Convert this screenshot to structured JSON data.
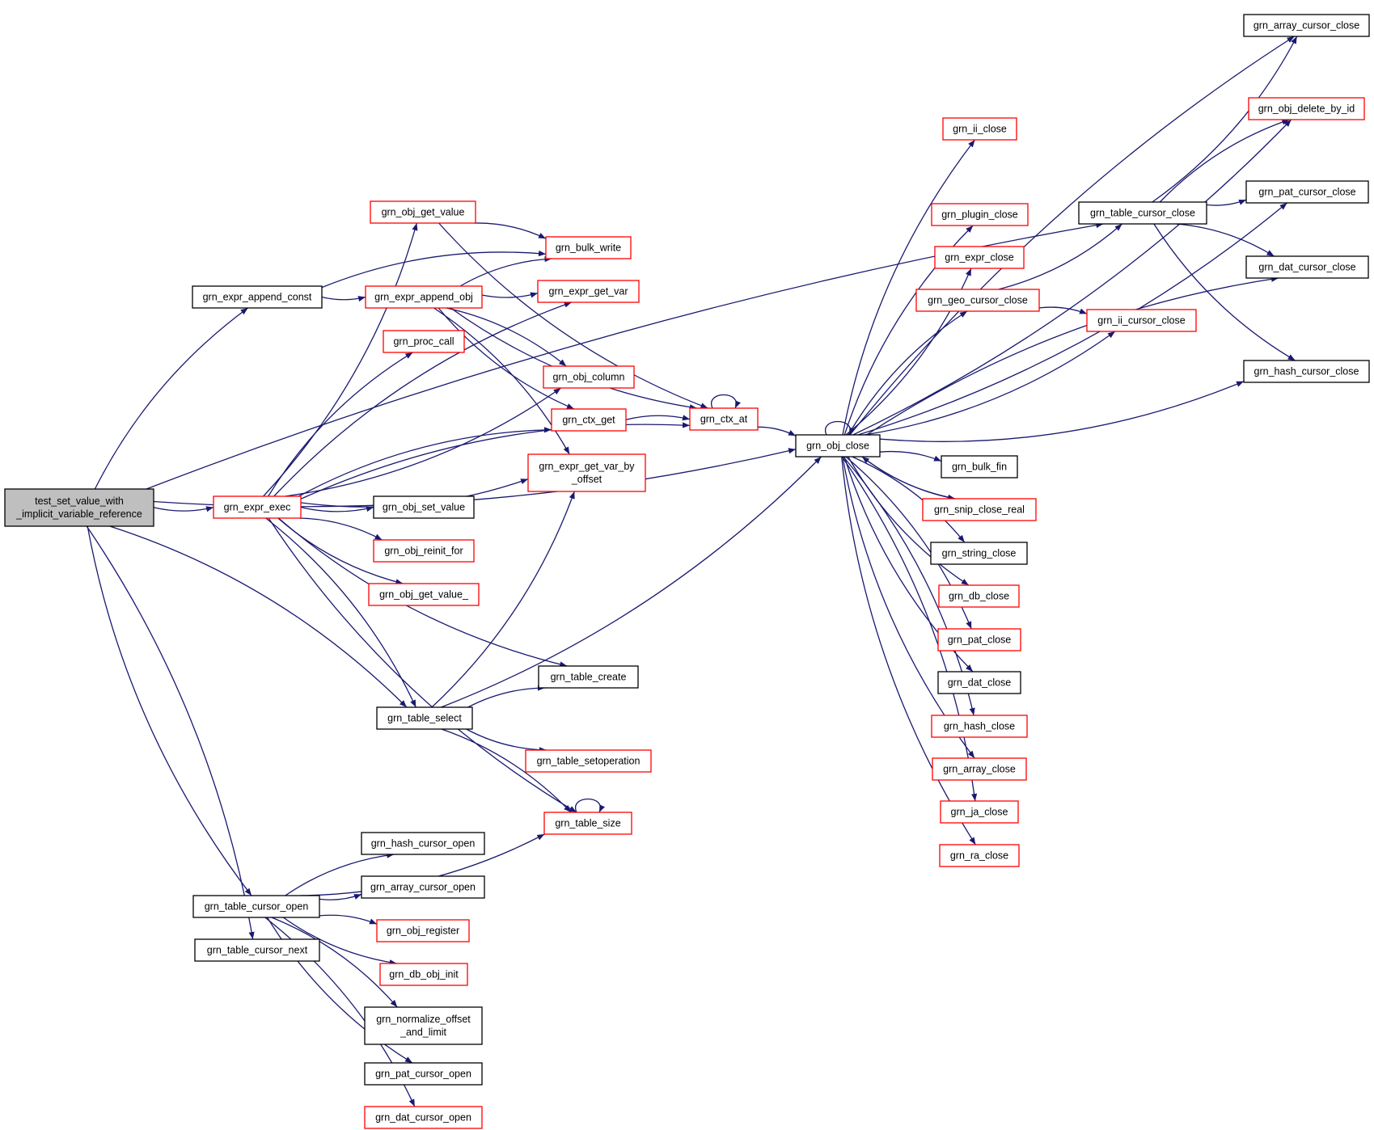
{
  "nodes": [
    {
      "id": "root",
      "lines": [
        "test_set_value_with",
        "_implicit_variable_reference"
      ],
      "kind": "root"
    },
    {
      "id": "n_expr_append_const",
      "lines": [
        "grn_expr_append_const"
      ],
      "kind": "black"
    },
    {
      "id": "n_expr_exec",
      "lines": [
        "grn_expr_exec"
      ],
      "kind": "red"
    },
    {
      "id": "n_table_select",
      "lines": [
        "grn_table_select"
      ],
      "kind": "black"
    },
    {
      "id": "n_table_cursor_open",
      "lines": [
        "grn_table_cursor_open"
      ],
      "kind": "black"
    },
    {
      "id": "n_table_cursor_next",
      "lines": [
        "grn_table_cursor_next"
      ],
      "kind": "black"
    },
    {
      "id": "n_obj_get_value",
      "lines": [
        "grn_obj_get_value"
      ],
      "kind": "red"
    },
    {
      "id": "n_expr_append_obj",
      "lines": [
        "grn_expr_append_obj"
      ],
      "kind": "red"
    },
    {
      "id": "n_proc_call",
      "lines": [
        "grn_proc_call"
      ],
      "kind": "red"
    },
    {
      "id": "n_obj_set_value",
      "lines": [
        "grn_obj_set_value"
      ],
      "kind": "black"
    },
    {
      "id": "n_obj_reinit_for",
      "lines": [
        "grn_obj_reinit_for"
      ],
      "kind": "red"
    },
    {
      "id": "n_obj_get_value_",
      "lines": [
        "grn_obj_get_value_"
      ],
      "kind": "red"
    },
    {
      "id": "n_hash_cursor_open",
      "lines": [
        "grn_hash_cursor_open"
      ],
      "kind": "black"
    },
    {
      "id": "n_array_cursor_open",
      "lines": [
        "grn_array_cursor_open"
      ],
      "kind": "black"
    },
    {
      "id": "n_obj_register",
      "lines": [
        "grn_obj_register"
      ],
      "kind": "red"
    },
    {
      "id": "n_db_obj_init",
      "lines": [
        "grn_db_obj_init"
      ],
      "kind": "red"
    },
    {
      "id": "n_normalize",
      "lines": [
        "grn_normalize_offset",
        "_and_limit"
      ],
      "kind": "black"
    },
    {
      "id": "n_pat_cursor_open",
      "lines": [
        "grn_pat_cursor_open"
      ],
      "kind": "black"
    },
    {
      "id": "n_dat_cursor_open",
      "lines": [
        "grn_dat_cursor_open"
      ],
      "kind": "red"
    },
    {
      "id": "n_bulk_write",
      "lines": [
        "grn_bulk_write"
      ],
      "kind": "red"
    },
    {
      "id": "n_expr_get_var",
      "lines": [
        "grn_expr_get_var"
      ],
      "kind": "red"
    },
    {
      "id": "n_obj_column",
      "lines": [
        "grn_obj_column"
      ],
      "kind": "red"
    },
    {
      "id": "n_ctx_get",
      "lines": [
        "grn_ctx_get"
      ],
      "kind": "red"
    },
    {
      "id": "n_expr_get_var_by_offset",
      "lines": [
        "grn_expr_get_var_by",
        "_offset"
      ],
      "kind": "red"
    },
    {
      "id": "n_table_create",
      "lines": [
        "grn_table_create"
      ],
      "kind": "black"
    },
    {
      "id": "n_table_setoperation",
      "lines": [
        "grn_table_setoperation"
      ],
      "kind": "red"
    },
    {
      "id": "n_table_size",
      "lines": [
        "grn_table_size"
      ],
      "kind": "red"
    },
    {
      "id": "n_ctx_at",
      "lines": [
        "grn_ctx_at"
      ],
      "kind": "red"
    },
    {
      "id": "n_obj_close",
      "lines": [
        "grn_obj_close"
      ],
      "kind": "black"
    },
    {
      "id": "n_ii_close",
      "lines": [
        "grn_ii_close"
      ],
      "kind": "red"
    },
    {
      "id": "n_plugin_close",
      "lines": [
        "grn_plugin_close"
      ],
      "kind": "red"
    },
    {
      "id": "n_expr_close",
      "lines": [
        "grn_expr_close"
      ],
      "kind": "red"
    },
    {
      "id": "n_geo_cursor_close",
      "lines": [
        "grn_geo_cursor_close"
      ],
      "kind": "red"
    },
    {
      "id": "n_bulk_fin",
      "lines": [
        "grn_bulk_fin"
      ],
      "kind": "black"
    },
    {
      "id": "n_snip_close_real",
      "lines": [
        "grn_snip_close_real"
      ],
      "kind": "red"
    },
    {
      "id": "n_string_close",
      "lines": [
        "grn_string_close"
      ],
      "kind": "black"
    },
    {
      "id": "n_db_close",
      "lines": [
        "grn_db_close"
      ],
      "kind": "red"
    },
    {
      "id": "n_pat_close",
      "lines": [
        "grn_pat_close"
      ],
      "kind": "red"
    },
    {
      "id": "n_dat_close",
      "lines": [
        "grn_dat_close"
      ],
      "kind": "black"
    },
    {
      "id": "n_hash_close",
      "lines": [
        "grn_hash_close"
      ],
      "kind": "red"
    },
    {
      "id": "n_array_close",
      "lines": [
        "grn_array_close"
      ],
      "kind": "red"
    },
    {
      "id": "n_ja_close",
      "lines": [
        "grn_ja_close"
      ],
      "kind": "red"
    },
    {
      "id": "n_ra_close",
      "lines": [
        "grn_ra_close"
      ],
      "kind": "red"
    },
    {
      "id": "n_table_cursor_close",
      "lines": [
        "grn_table_cursor_close"
      ],
      "kind": "black"
    },
    {
      "id": "n_ii_cursor_close",
      "lines": [
        "grn_ii_cursor_close"
      ],
      "kind": "red"
    },
    {
      "id": "n_array_cursor_close",
      "lines": [
        "grn_array_cursor_close"
      ],
      "kind": "black"
    },
    {
      "id": "n_obj_delete_by_id",
      "lines": [
        "grn_obj_delete_by_id"
      ],
      "kind": "red"
    },
    {
      "id": "n_pat_cursor_close",
      "lines": [
        "grn_pat_cursor_close"
      ],
      "kind": "black"
    },
    {
      "id": "n_dat_cursor_close",
      "lines": [
        "grn_dat_cursor_close"
      ],
      "kind": "black"
    },
    {
      "id": "n_hash_cursor_close",
      "lines": [
        "grn_hash_cursor_close"
      ],
      "kind": "black"
    }
  ],
  "edges": [
    [
      "root",
      "n_expr_append_const"
    ],
    [
      "root",
      "n_expr_exec"
    ],
    [
      "root",
      "n_table_select"
    ],
    [
      "root",
      "n_table_cursor_open"
    ],
    [
      "root",
      "n_table_cursor_next"
    ],
    [
      "root",
      "n_obj_close"
    ],
    [
      "root",
      "n_table_cursor_close"
    ],
    [
      "n_expr_append_const",
      "n_expr_append_obj"
    ],
    [
      "n_expr_append_const",
      "n_bulk_write"
    ],
    [
      "n_expr_exec",
      "n_obj_get_value"
    ],
    [
      "n_expr_exec",
      "n_proc_call"
    ],
    [
      "n_expr_exec",
      "n_obj_set_value"
    ],
    [
      "n_expr_exec",
      "n_obj_reinit_for"
    ],
    [
      "n_expr_exec",
      "n_obj_get_value_"
    ],
    [
      "n_expr_exec",
      "n_expr_get_var"
    ],
    [
      "n_expr_exec",
      "n_obj_column"
    ],
    [
      "n_expr_exec",
      "n_ctx_get"
    ],
    [
      "n_expr_exec",
      "n_expr_get_var_by_offset"
    ],
    [
      "n_expr_exec",
      "n_ctx_at"
    ],
    [
      "n_expr_exec",
      "n_table_create"
    ],
    [
      "n_expr_exec",
      "n_table_select"
    ],
    [
      "n_expr_exec",
      "n_table_size"
    ],
    [
      "n_obj_get_value",
      "n_bulk_write"
    ],
    [
      "n_obj_get_value",
      "n_ctx_at"
    ],
    [
      "n_expr_append_obj",
      "n_bulk_write"
    ],
    [
      "n_expr_append_obj",
      "n_expr_get_var"
    ],
    [
      "n_expr_append_obj",
      "n_obj_column"
    ],
    [
      "n_expr_append_obj",
      "n_ctx_get"
    ],
    [
      "n_expr_append_obj",
      "n_expr_get_var_by_offset"
    ],
    [
      "n_expr_append_obj",
      "n_ctx_at"
    ],
    [
      "n_ctx_get",
      "n_ctx_at"
    ],
    [
      "n_ctx_at",
      "n_ctx_at"
    ],
    [
      "n_ctx_at",
      "n_obj_close"
    ],
    [
      "n_table_select",
      "n_expr_get_var_by_offset"
    ],
    [
      "n_table_select",
      "n_table_create"
    ],
    [
      "n_table_select",
      "n_table_setoperation"
    ],
    [
      "n_table_select",
      "n_table_size"
    ],
    [
      "n_table_select",
      "n_obj_close"
    ],
    [
      "n_table_size",
      "n_table_size"
    ],
    [
      "n_table_cursor_open",
      "n_table_size"
    ],
    [
      "n_table_cursor_open",
      "n_hash_cursor_open"
    ],
    [
      "n_table_cursor_open",
      "n_array_cursor_open"
    ],
    [
      "n_table_cursor_open",
      "n_obj_register"
    ],
    [
      "n_table_cursor_open",
      "n_db_obj_init"
    ],
    [
      "n_table_cursor_open",
      "n_normalize"
    ],
    [
      "n_table_cursor_open",
      "n_pat_cursor_open"
    ],
    [
      "n_table_cursor_open",
      "n_dat_cursor_open"
    ],
    [
      "n_obj_close",
      "n_obj_close"
    ],
    [
      "n_obj_close",
      "n_array_cursor_close"
    ],
    [
      "n_obj_close",
      "n_obj_delete_by_id"
    ],
    [
      "n_obj_close",
      "n_ii_close"
    ],
    [
      "n_obj_close",
      "n_pat_cursor_close"
    ],
    [
      "n_obj_close",
      "n_plugin_close"
    ],
    [
      "n_obj_close",
      "n_expr_close"
    ],
    [
      "n_obj_close",
      "n_geo_cursor_close"
    ],
    [
      "n_obj_close",
      "n_ii_cursor_close"
    ],
    [
      "n_obj_close",
      "n_dat_cursor_close"
    ],
    [
      "n_obj_close",
      "n_hash_cursor_close"
    ],
    [
      "n_obj_close",
      "n_bulk_fin"
    ],
    [
      "n_obj_close",
      "n_snip_close_real"
    ],
    [
      "n_obj_close",
      "n_string_close"
    ],
    [
      "n_obj_close",
      "n_db_close"
    ],
    [
      "n_obj_close",
      "n_pat_close"
    ],
    [
      "n_obj_close",
      "n_dat_close"
    ],
    [
      "n_obj_close",
      "n_hash_close"
    ],
    [
      "n_obj_close",
      "n_array_close"
    ],
    [
      "n_obj_close",
      "n_ja_close"
    ],
    [
      "n_obj_close",
      "n_ra_close"
    ],
    [
      "n_snip_close_real",
      "n_obj_close"
    ],
    [
      "n_geo_cursor_close",
      "n_table_cursor_close"
    ],
    [
      "n_geo_cursor_close",
      "n_ii_cursor_close"
    ],
    [
      "n_table_cursor_close",
      "n_array_cursor_close"
    ],
    [
      "n_table_cursor_close",
      "n_obj_delete_by_id"
    ],
    [
      "n_table_cursor_close",
      "n_pat_cursor_close"
    ],
    [
      "n_table_cursor_close",
      "n_dat_cursor_close"
    ],
    [
      "n_table_cursor_close",
      "n_hash_cursor_close"
    ]
  ],
  "colors": {
    "edge": "#191970",
    "red_border": "#ff0000",
    "black_border": "#000000",
    "root_fill": "#bfbfbf"
  }
}
